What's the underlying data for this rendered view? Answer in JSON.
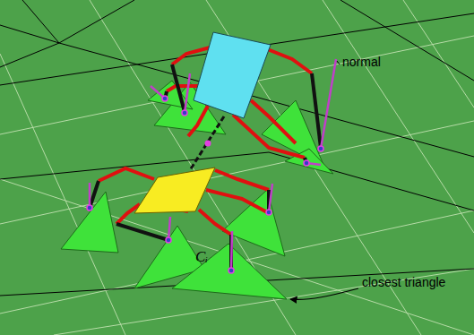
{
  "diagram": {
    "labels": [
      "normal",
      "Cᵢ",
      "closest triangle"
    ]
  }
}
